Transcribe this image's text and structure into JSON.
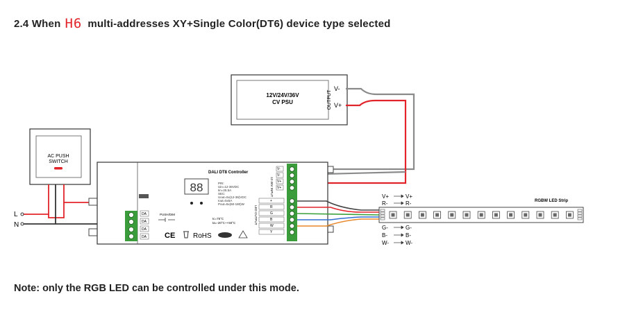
{
  "title": {
    "prefix": "2.4 When",
    "mode_code": "H6",
    "suffix": "multi-addresses XY+Single Color(DT6) device type selected"
  },
  "footer_note": "Note: only the RGB LED can be controlled under this mode.",
  "psu": {
    "voltage": "12V/24V/36V",
    "label": "CV PSU",
    "output_label": "OUTPUT",
    "v_minus": "V-",
    "v_plus": "V+"
  },
  "switch": {
    "label_line1": "AC PUSH",
    "label_line2": "SWITCH"
  },
  "mains": {
    "live": "L",
    "neutral": "N"
  },
  "controller": {
    "title": "DALI DT8 Controller",
    "display": "88",
    "specs": [
      "PRI:",
      "Uin=12-36VDC",
      "Iin=25.5A",
      "SEC:",
      "Uout=5x(12-36)VDC",
      "Iout=5x5A",
      "Pout=5x(60-180)W"
    ],
    "input_label": "12-36V INPUT",
    "output_label": "LED OUTPUT",
    "push_label": "PUSH/DIM",
    "temp_tc": "tc=75°C",
    "temp_ta": "ta=-20°C~+50°C",
    "rohs": "RoHS",
    "ce": "CE",
    "input_terminals": [
      "V-",
      "V-",
      "V+",
      "V+"
    ],
    "output_terminals": [
      "+",
      "R",
      "G",
      "B",
      "W",
      "Y"
    ],
    "dali_terminals": [
      "DA",
      "DA",
      "DA",
      "DA"
    ]
  },
  "led_strip": {
    "title": "RGBW LED Strip",
    "left_labels": [
      "V+",
      "R-",
      "G-",
      "B-",
      "W-"
    ],
    "right_labels": [
      "V+",
      "R-",
      "G-",
      "B-",
      "W-"
    ]
  },
  "colors": {
    "positive_wire": "#e2242a",
    "negative_wire": "#8a8a8a",
    "red_channel": "#e2242a",
    "green_channel": "#3aa03a",
    "blue_channel": "#2f6fd0",
    "white_channel": "#e8892a",
    "terminal_green": "#3a9c3a"
  }
}
